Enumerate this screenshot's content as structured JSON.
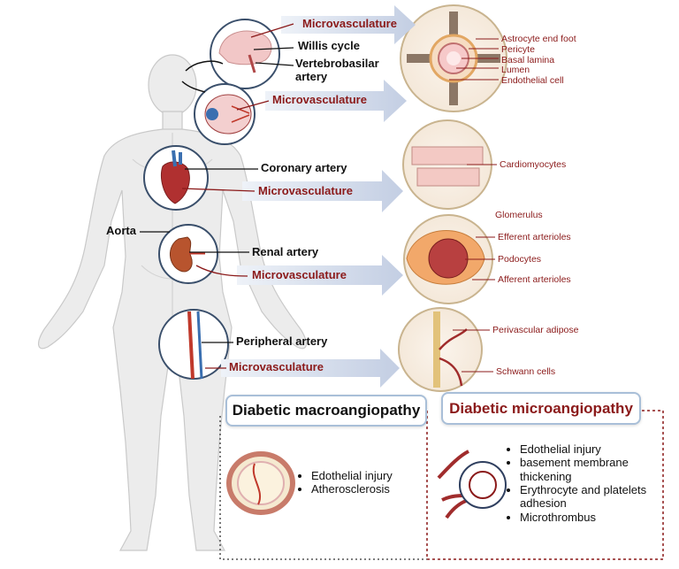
{
  "organs": {
    "brain": {
      "micro": "Microvasculature",
      "willis": "Willis cycle",
      "vertebro": "Vertebrobasilar\nartery"
    },
    "eye": {
      "micro": "Microvasculature"
    },
    "heart": {
      "coronary": "Coronary artery",
      "micro": "Microvasculature"
    },
    "aorta": "Aorta",
    "kidney": {
      "renal": "Renal artery",
      "micro": "Microvasculature"
    },
    "limb": {
      "peripheral": "Peripheral artery",
      "micro": "Microvasculature"
    }
  },
  "cells": {
    "bbb": [
      "Astrocyte end foot",
      "Pericyte",
      "Basal lamina",
      "Lumen",
      "Endothelial cell"
    ],
    "heart": "Cardiomyocytes",
    "kidney_title": "Glomerulus",
    "kidney": [
      "Efferent arterioles",
      "Podocytes",
      "Afferent  arterioles"
    ],
    "nerve": [
      "Perivascular adipose",
      "Schwann cells"
    ]
  },
  "macro": {
    "title": "Diabetic macroangiopathy",
    "items": [
      "Edothelial injury",
      "Atherosclerosis"
    ]
  },
  "micro": {
    "title": "Diabetic microangiopathy",
    "items": [
      "Edothelial injury",
      "basement membrane thickening",
      "Erythrocyte and platelets adhesion",
      "Microthrombus"
    ]
  },
  "colors": {
    "accent_red": "#8b1a1a",
    "arrow": "#c9d3e6",
    "box_border": "#a9bfd8",
    "body": "#e9e9e9"
  }
}
